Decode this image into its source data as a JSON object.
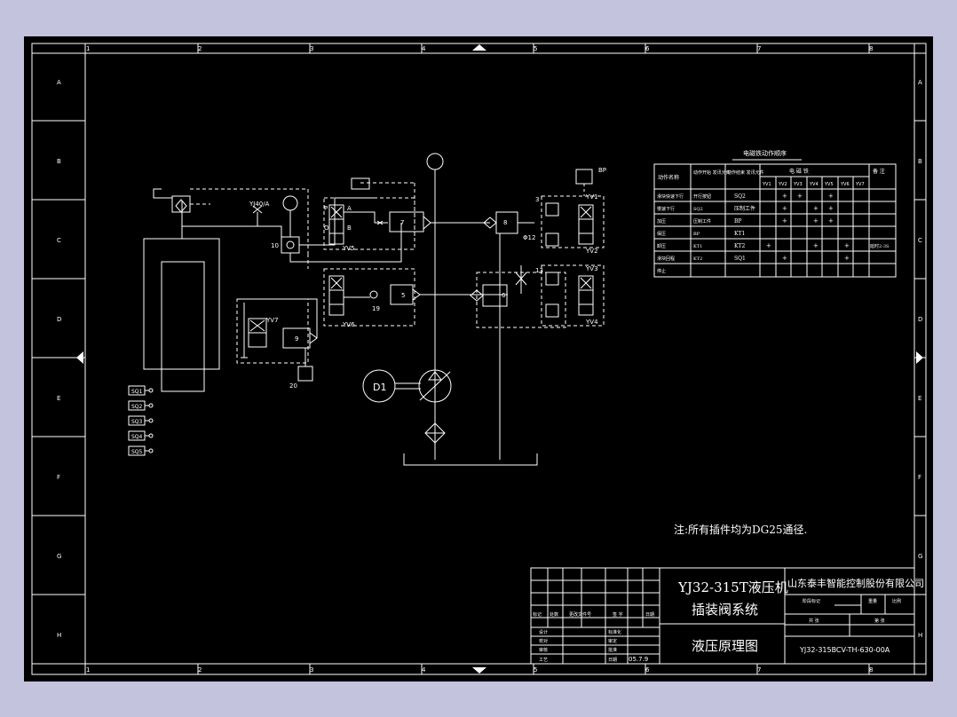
{
  "frame": {
    "columns": [
      "1",
      "2",
      "3",
      "4",
      "5",
      "6",
      "7",
      "8"
    ],
    "rows": [
      "A",
      "B",
      "C",
      "D",
      "E",
      "F",
      "G",
      "H"
    ]
  },
  "schematic": {
    "labels": {
      "pressure_gauge_valve": "YJ40/A",
      "pressure_switch": "BP",
      "yv1": "YV1",
      "yv2": "YV2",
      "yv3": "YV3",
      "yv4": "YV4",
      "yv5": "YV5",
      "yv6": "YV6",
      "yv7": "YV7",
      "motor": "D1",
      "num_3": "3",
      "num_5": "5",
      "num_6": "6",
      "num_7": "7",
      "num_8": "8",
      "num_9": "9",
      "num_10": "10",
      "num_12": "Φ12",
      "num_13": "13",
      "num_19": "19",
      "num_20": "20",
      "port_p": "P",
      "port_a": "A",
      "port_b": "B",
      "port_o": "O"
    },
    "limit_switches": [
      "SQ1",
      "SQ2",
      "SQ3",
      "SQ4",
      "SQ5"
    ]
  },
  "action_table": {
    "title": "电磁铁动作顺序",
    "head_col1": "动作名称",
    "head_col2": "动作开始\n发讯元件",
    "head_col3": "动作结束\n发讯元件",
    "head_group": "电    磁    铁",
    "head_remark": "备 注",
    "coils": [
      "YV1",
      "YV2",
      "YV3",
      "YV4",
      "YV5",
      "YV6",
      "YV7"
    ],
    "rows": [
      {
        "name": "滑块快速下行",
        "start": "开行按钮",
        "end": "SQ2",
        "marks": [
          "",
          "+",
          "+",
          "",
          "+",
          "",
          ""
        ],
        "remark": ""
      },
      {
        "name": "慢速下行",
        "start": "SQ2",
        "end": "压制工件",
        "marks": [
          "",
          "+",
          "",
          "+",
          "+",
          "",
          ""
        ],
        "remark": ""
      },
      {
        "name": "加压",
        "start": "压制工件",
        "end": "BP",
        "marks": [
          "",
          "+",
          "",
          "+",
          "+",
          "",
          ""
        ],
        "remark": ""
      },
      {
        "name": "保压",
        "start": "BP",
        "end": "KT1",
        "marks": [
          "",
          "",
          "",
          "",
          "",
          "",
          ""
        ],
        "remark": ""
      },
      {
        "name": "卸压",
        "start": "KT1",
        "end": "KT2",
        "marks": [
          "+",
          "",
          "",
          "+",
          "",
          "+",
          ""
        ],
        "remark": "延时2-3S"
      },
      {
        "name": "滑块回程",
        "start": "KT2",
        "end": "SQ1",
        "marks": [
          "",
          "+",
          "",
          "",
          "",
          "+",
          ""
        ],
        "remark": ""
      },
      {
        "name": "停止",
        "start": "",
        "end": "",
        "marks": [
          "",
          "",
          "",
          "",
          "",
          "",
          ""
        ],
        "remark": ""
      }
    ]
  },
  "note": "注:所有插件均为DG25通径.",
  "title_block": {
    "title_line1": "YJ32-315T液压机",
    "title_line2": "插装阀系统",
    "subtitle": "液压原理图",
    "company": "山东泰丰智能控制股份有限公司",
    "drawing_no": "YJ32-315BCV-TH-630-00A",
    "hdr_mark": "标记",
    "hdr_count": "处数",
    "hdr_file": "更改文件号",
    "hdr_sign": "签 字",
    "hdr_date": "日期",
    "role_design": "设计",
    "role_check": "校对",
    "role_review": "审核",
    "role_process": "工艺",
    "std": "标准化",
    "approve": "审定",
    "ratify": "批准",
    "date_label": "日期",
    "date_value": "05.7.9",
    "stage_label": "阶段标记",
    "weight_label": "重量",
    "scale_label": "比例",
    "sheet_total": "共 张",
    "sheet_no": "第 张"
  },
  "colors": {
    "background": "#000000",
    "line": "#ffffff",
    "page": "#c3c3de"
  }
}
